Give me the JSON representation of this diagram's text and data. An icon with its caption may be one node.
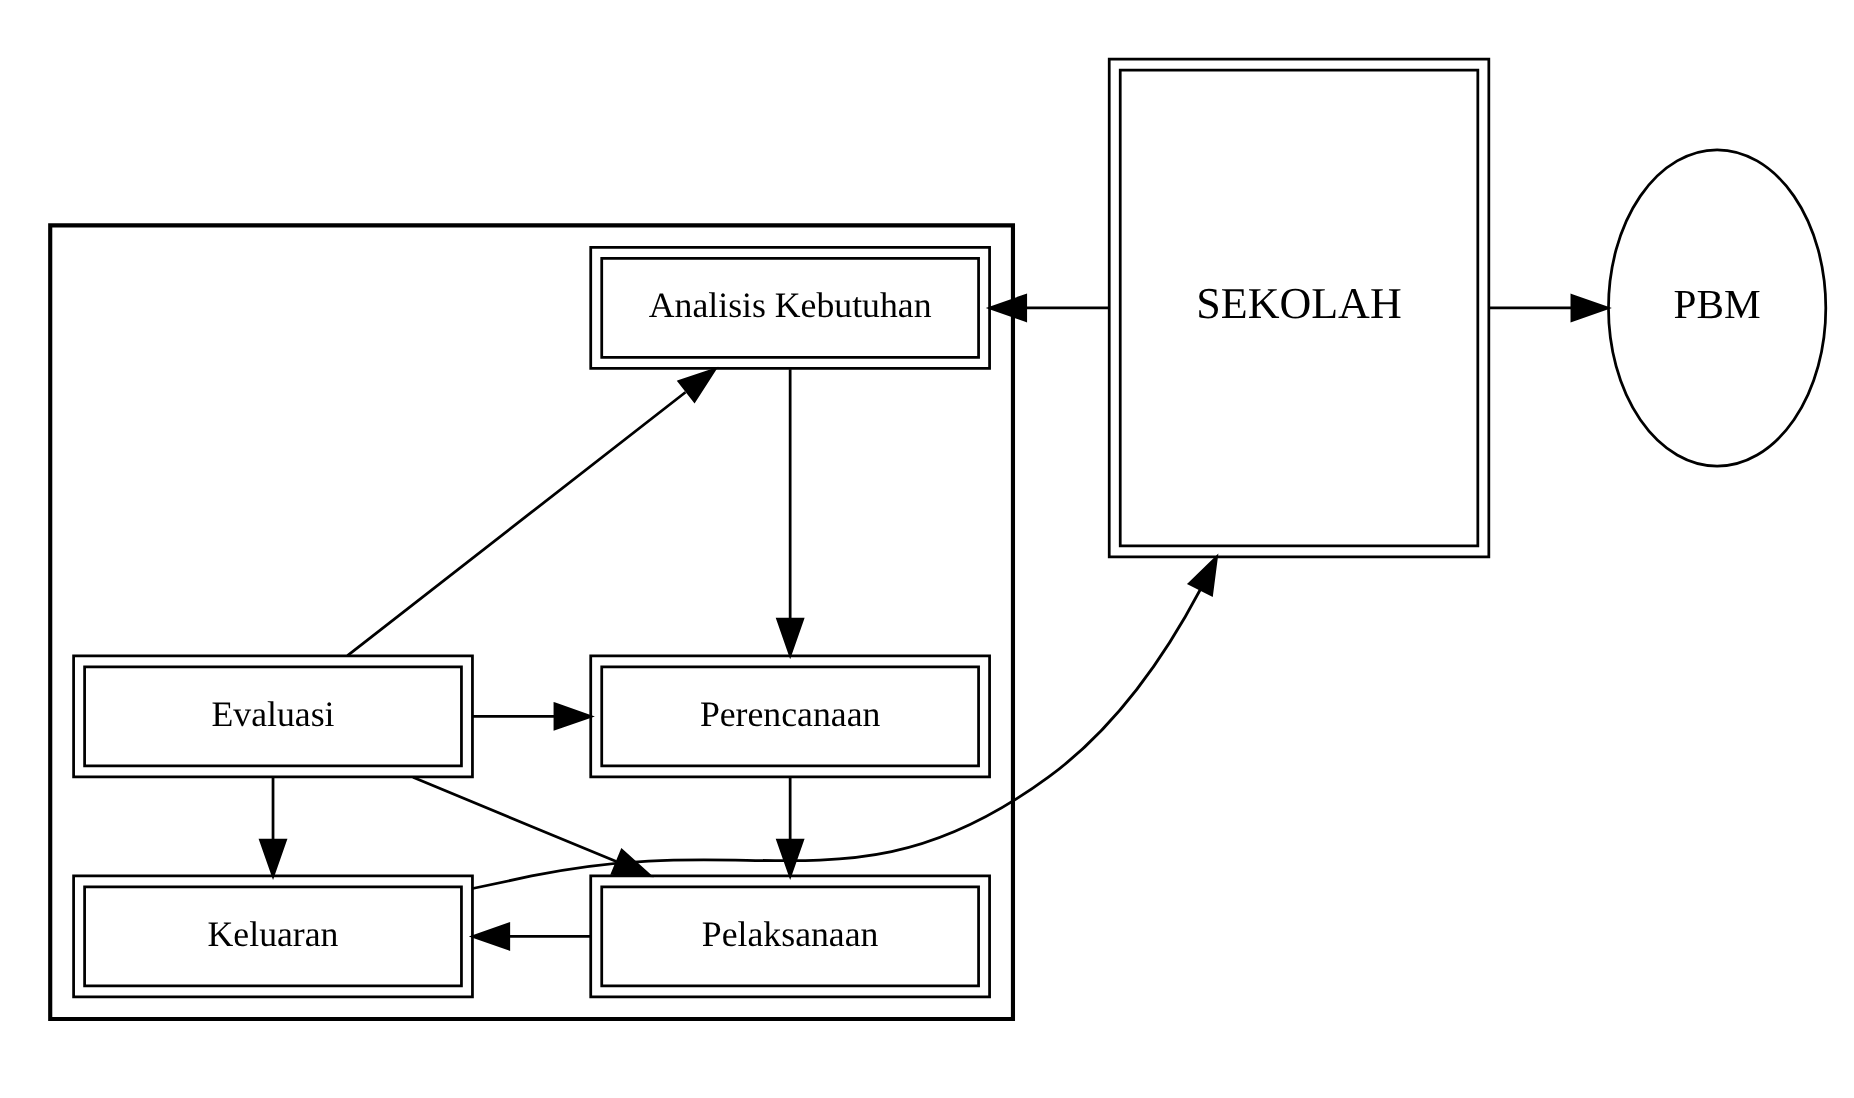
{
  "diagram": {
    "nodes": [
      {
        "text": [],
        "shape": "box"
      },
      {
        "text": [
          "Analisis Kebutuhan"
        ],
        "in": 0
      },
      {
        "text": [
          "Perencanaan"
        ],
        "in": 0
      },
      {
        "text": [
          "Evaluasi"
        ],
        "in": 0
      },
      {
        "text": [
          "Pelaksanaan"
        ],
        "in": 0
      },
      {
        "text": [
          "Keluaran"
        ],
        "in": 0
      },
      {
        "text": [
          "SEKOLAH"
        ]
      },
      {
        "text": [
          "PBM"
        ]
      }
    ],
    "edges": [
      {
        "from": 6,
        "to": 1,
        "arrow": "to"
      },
      {
        "from": 1,
        "to": 2,
        "arrow": "to"
      },
      {
        "from": 3,
        "to": 1,
        "arrow": "to"
      },
      {
        "from": 3,
        "to": 2,
        "arrow": "to"
      },
      {
        "from": 2,
        "to": 4,
        "arrow": "to"
      },
      {
        "from": 3,
        "to": 4,
        "arrow": "to"
      },
      {
        "from": 3,
        "to": 5,
        "arrow": "to"
      },
      {
        "from": 4,
        "to": 5,
        "arrow": "to"
      },
      {
        "from": 5,
        "to": 6,
        "arrow": "to"
      },
      {
        "from": 6,
        "to": 7,
        "arrow": "to"
      }
    ]
  }
}
